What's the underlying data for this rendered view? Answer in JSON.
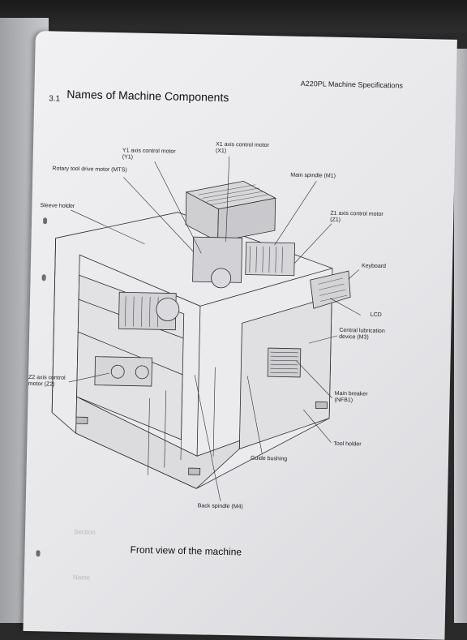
{
  "header": {
    "doc_title": "A220PL Machine Specifications",
    "section_number": "3.1",
    "section_title": "Names of Machine Components"
  },
  "figure": {
    "labels": {
      "x1_motor": "X1 axis control motor\n(X1)",
      "y1_motor": "Y1 axis control motor\n(Y1)",
      "rotary_tool": "Rotary tool drive motor (MTS)",
      "main_spindle": "Main spindle (M1)",
      "sleeve_holder": "Sleeve holder",
      "z1_motor": "Z1 axis control motor\n(Z1)",
      "keyboard": "Keyboard",
      "lcd": "LCD",
      "central_lub": "Central lubrication\ndevice (M3)",
      "z2_motor": "Z2 axis control\nmotor (Z2)",
      "main_breaker": "Main breaker\n(NFB1)",
      "tool_holder": "Tool holder",
      "guide_bushing": "Guide bushing",
      "back_spindle": "Back spindle (M4)"
    },
    "caption": "Front view of the machine"
  },
  "ghost_text": [
    "Name",
    "Section"
  ]
}
